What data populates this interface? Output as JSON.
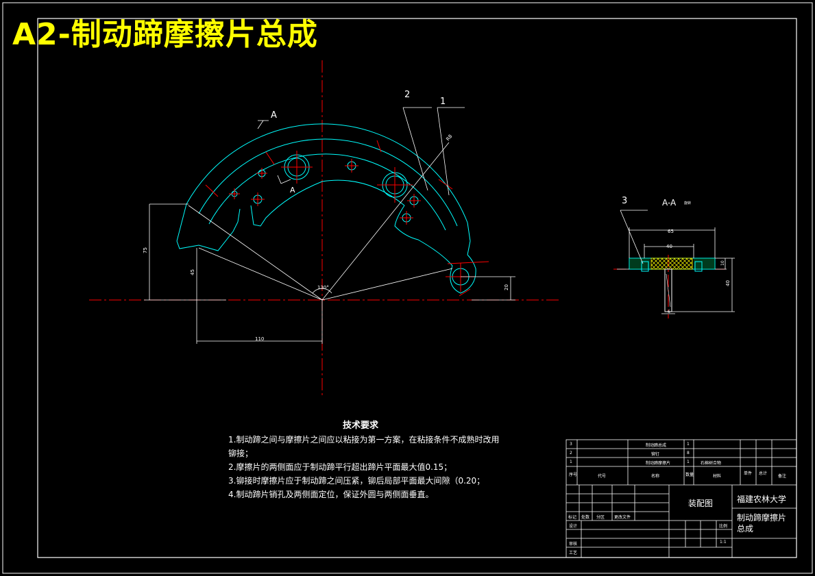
{
  "title": "A2-制动蹄摩擦片总成",
  "view": {
    "section_marker": "A",
    "section_label": "A-A",
    "section_note": "旋转",
    "angle_label": "130°",
    "radius_label": "R8"
  },
  "part_labels": [
    "2",
    "1",
    "3"
  ],
  "dimensions": {
    "d75": "75",
    "d45": "45",
    "d20": "20",
    "d110": "110",
    "d65": "65",
    "d40w": "40",
    "d10": "10",
    "d40h": "40",
    "d6": "6"
  },
  "requirements": {
    "heading": "技术要求",
    "lines": [
      "1.制动蹄之间与摩擦片之间应以粘接为第一方案，在粘接条件不成熟时改用",
      "铆接；",
      "2.摩擦片的两侧面应于制动蹄平行超出蹄片平面最大值0.15；",
      "3.铆接时摩擦片应于制动蹄之间压紧，铆后局部平面最大间隙（0.20；",
      "4.制动蹄片销孔及两侧面定位，保证外圆与两侧面垂直。"
    ]
  },
  "bom": {
    "rows": [
      {
        "no": "3",
        "name": "制动蹄总成",
        "qty": "1"
      },
      {
        "no": "2",
        "name": "铆钉",
        "qty": "8"
      },
      {
        "no": "1",
        "name": "制动蹄摩擦片",
        "qty": "1",
        "material": "石棉树合物"
      }
    ],
    "headers": {
      "no": "序号",
      "code": "代号",
      "name": "名称",
      "qty": "数量",
      "material": "材料",
      "unit_weight": "单件",
      "total_weight": "总计",
      "note": "备注"
    }
  },
  "title_block": {
    "drawing_type": "装配图",
    "school": "福建农林大学",
    "part_name_1": "制动蹄摩擦片",
    "part_name_2": "总成",
    "scale_label": "比例",
    "scale_value": "1:1",
    "revision_cols": [
      "标记",
      "处数",
      "分区",
      "更改文件"
    ],
    "design": "设计",
    "review": "审核",
    "process": "工艺"
  },
  "colors": {
    "background": "#000000",
    "cyan": "#00ffff",
    "red": "#ff0000",
    "white": "#ffffff",
    "yellow": "#ffff00"
  }
}
